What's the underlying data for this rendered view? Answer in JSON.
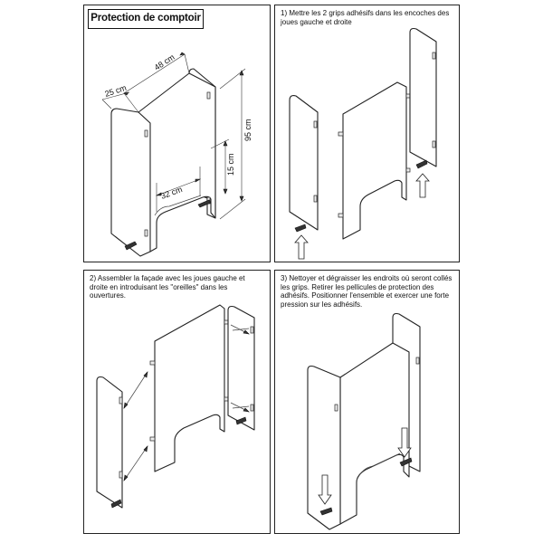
{
  "panel1": {
    "title": "Protection de comptoir",
    "dimensions": {
      "width": "48 cm",
      "depth": "25 cm",
      "height": "95 cm",
      "opening_height": "15 cm",
      "opening_width": "32 cm"
    }
  },
  "panel2": {
    "instruction": "1) Mettre les 2 grips adhésifs dans les encoches des joues gauche et droite"
  },
  "panel3": {
    "instruction": "2) Assembler la façade avec les joues gauche et droite en introduisant les \"oreilles\" dans les ouvertures."
  },
  "panel4": {
    "instruction": "3) Nettoyer et dégraisser les endroits où seront collés les grips. Retirer les pellicules de protection des adhésifs. Positionner l'ensemble et exercer une forte pression sur les adhésifs."
  }
}
